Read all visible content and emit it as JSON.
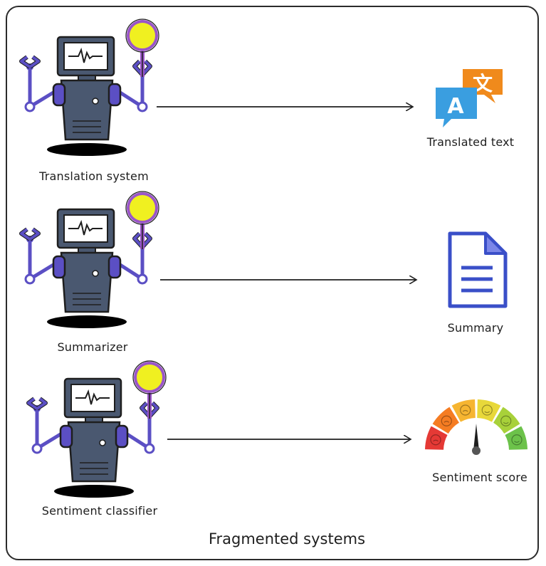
{
  "systems": [
    {
      "name": "Translation system",
      "output": "Translated text",
      "output_icon": "translate-icon"
    },
    {
      "name": "Summarizer",
      "output": "Summary",
      "output_icon": "document-icon"
    },
    {
      "name": "Sentiment classifier",
      "output": "Sentiment score",
      "output_icon": "sentiment-gauge-icon"
    }
  ],
  "caption": "Fragmented systems",
  "translate_glyphs": {
    "latin": "A",
    "cjk": "文"
  },
  "colors": {
    "robot_body": "#4a5870",
    "robot_arm": "#5b4fc4",
    "lamp_yellow": "#f0f020",
    "lamp_ring": "#9a55c8",
    "doc_blue": "#3a4fc8",
    "doc_fold": "#7b86e8",
    "translate_blue": "#3a9ee0",
    "translate_orange": "#f08a1c"
  },
  "gauge_colors": [
    "#e53935",
    "#f57c22",
    "#f6b531",
    "#e8d83a",
    "#a8d13a",
    "#6cc24a"
  ]
}
